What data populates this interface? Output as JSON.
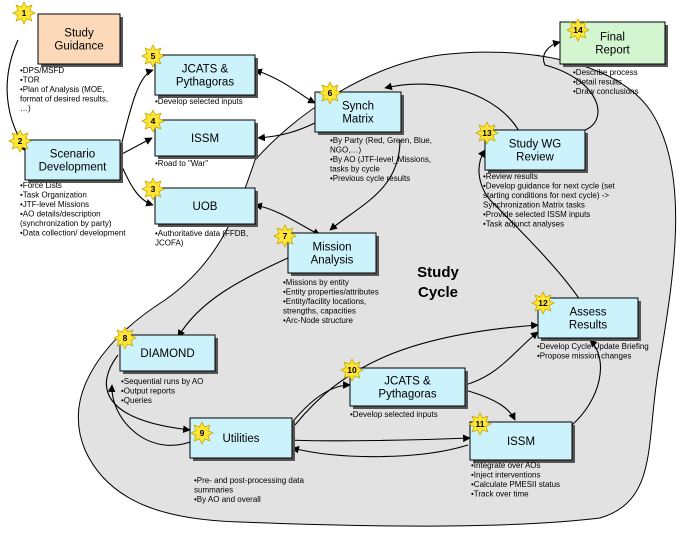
{
  "colors": {
    "box_fill": "#ccf2fb",
    "box_fill_guidance": "#fbd9b8",
    "box_fill_report": "#d3f5cf",
    "blob_fill": "#e2e2e2",
    "star_fill": "#ffe536",
    "star_stroke": "#c9a800",
    "line": "#000000",
    "box_stroke": "#000000"
  },
  "cycle_title": [
    "Study",
    "Cycle"
  ],
  "boxes": [
    {
      "id": "1",
      "lines": [
        "Study",
        "Guidance"
      ],
      "notes": [
        "•DPS/MSFD",
        "•TOR",
        "•Plan of Analysis (MOE,",
        "format of desired results,",
        "…)"
      ]
    },
    {
      "id": "2",
      "lines": [
        "Scenario",
        "Development"
      ],
      "notes": [
        "•Force Lists",
        "•Task Organization",
        "•JTF-level Missions",
        "•AO details/description",
        "(synchronization by party)",
        "•Data collection/ development"
      ]
    },
    {
      "id": "5",
      "lines": [
        "JCATS &",
        "Pythagoras"
      ],
      "notes": [
        "•Develop selected inputs"
      ]
    },
    {
      "id": "4",
      "lines": [
        "ISSM"
      ],
      "notes": [
        "•Road to \"War\""
      ]
    },
    {
      "id": "3",
      "lines": [
        "UOB"
      ],
      "notes": [
        "•Authoritative data (FFDB,",
        "JCOFA)"
      ]
    },
    {
      "id": "6",
      "lines": [
        "Synch",
        "Matrix"
      ],
      "notes": [
        "•By Party (Red, Green, Blue,",
        "NGO,…)",
        "•By AO (JTF-level_Missions,",
        "tasks by cycle",
        "•Previous cycle results"
      ]
    },
    {
      "id": "7",
      "lines": [
        "Mission",
        "Analysis"
      ],
      "notes": [
        "•Missions by entity",
        "•Entity properties/attributes",
        "•Entity/facility locations,",
        "strengths, capacities",
        "•Arc-Node structure"
      ]
    },
    {
      "id": "8",
      "lines": [
        "DIAMOND"
      ],
      "notes": [
        "•Sequential runs by AO",
        "•Output reports",
        "•Queries"
      ]
    },
    {
      "id": "9",
      "lines": [
        "Utilities"
      ],
      "notes": [
        "•Pre- and post-processing data",
        "summaries",
        "•By AO and overall"
      ]
    },
    {
      "id": "10",
      "lines": [
        "JCATS &",
        "Pythagoras"
      ],
      "notes": [
        "•Develop selected inputs"
      ]
    },
    {
      "id": "11",
      "lines": [
        "ISSM"
      ],
      "notes": [
        "•Integrate over AOs",
        "•Inject interventions",
        "•Calculate PMESII status",
        "•Track over time"
      ]
    },
    {
      "id": "12",
      "lines": [
        "Assess",
        "Results"
      ],
      "notes": [
        "•Develop Cycle Update Briefing",
        "•Propose mission changes"
      ]
    },
    {
      "id": "13",
      "lines": [
        "Study WG",
        "Review"
      ],
      "notes": [
        "•Review results",
        "•Develop guidance for next cycle (set",
        "starting conditions for next cycle) ->",
        "Synchronization Matrix tasks",
        "•Provide selected ISSM inputs",
        "•Task adjunct analyses"
      ]
    },
    {
      "id": "14",
      "lines": [
        "Final",
        "Report"
      ],
      "notes": [
        "•Describe process",
        "•Detail results",
        "•Draw conclusions"
      ]
    }
  ]
}
